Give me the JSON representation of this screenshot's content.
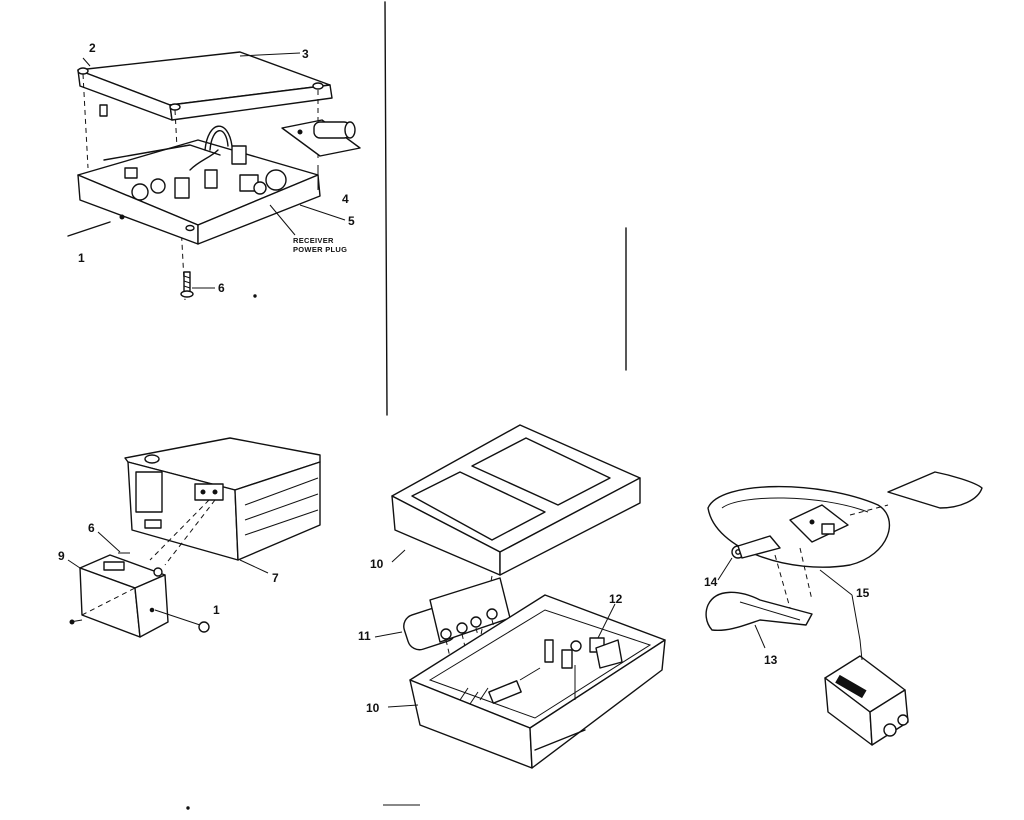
{
  "diagram": {
    "callouts": {
      "c1_top": "1",
      "c2_top": "2",
      "c3_top": "3",
      "c4_top": "4",
      "c5_top": "5",
      "c6_top": "6",
      "c6_left": "6",
      "c7_left": "7",
      "c9_left": "9",
      "c1_left": "1",
      "c10_upper": "10",
      "c11": "11",
      "c12": "12",
      "c10_lower": "10",
      "c13": "13",
      "c14": "14",
      "c15": "15"
    },
    "receiver_label_line1": "RECEIVER",
    "receiver_label_line2": "POWER PLUG"
  }
}
